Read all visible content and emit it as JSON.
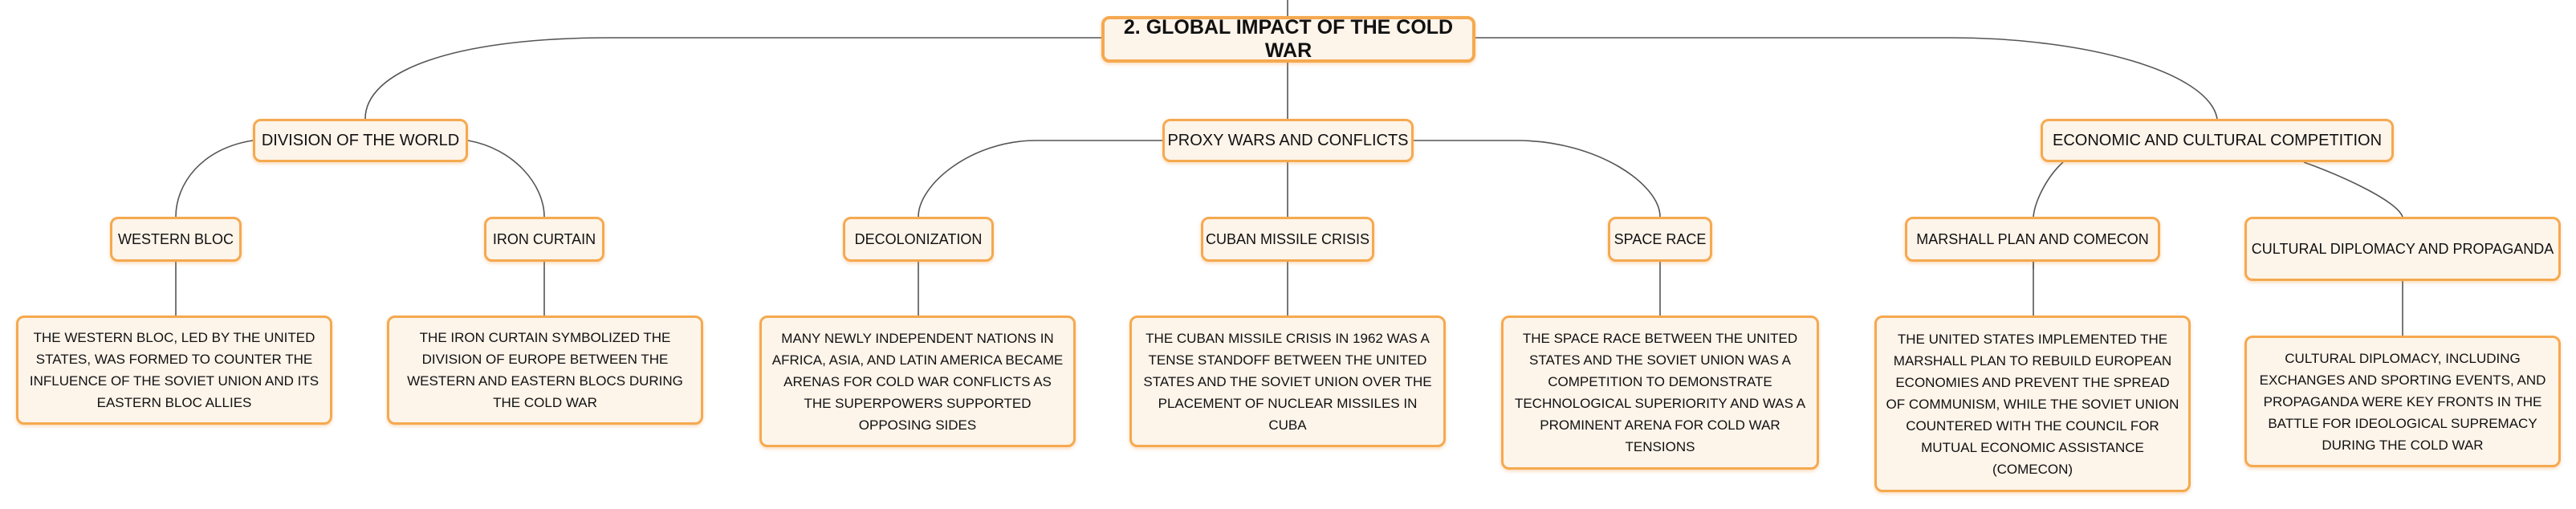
{
  "root": {
    "label": "2. GLOBAL IMPACT OF THE COLD WAR"
  },
  "branches": [
    {
      "label": "DIVISION OF THE WORLD",
      "children": [
        {
          "label": "WESTERN BLOC",
          "detail": "THE WESTERN BLOC, LED BY THE UNITED STATES, WAS FORMED TO COUNTER THE INFLUENCE OF THE SOVIET UNION AND ITS EASTERN BLOC ALLIES"
        },
        {
          "label": "IRON CURTAIN",
          "detail": "THE IRON CURTAIN SYMBOLIZED THE DIVISION OF EUROPE BETWEEN THE WESTERN AND EASTERN BLOCS DURING THE COLD WAR"
        }
      ]
    },
    {
      "label": "PROXY WARS AND CONFLICTS",
      "children": [
        {
          "label": "DECOLONIZATION",
          "detail": "MANY NEWLY INDEPENDENT NATIONS IN AFRICA, ASIA, AND LATIN AMERICA BECAME ARENAS FOR COLD WAR CONFLICTS AS THE SUPERPOWERS SUPPORTED OPPOSING SIDES"
        },
        {
          "label": "CUBAN MISSILE CRISIS",
          "detail": "THE CUBAN MISSILE CRISIS IN 1962 WAS A TENSE STANDOFF BETWEEN THE UNITED STATES AND THE SOVIET UNION OVER THE PLACEMENT OF NUCLEAR MISSILES IN CUBA"
        },
        {
          "label": "SPACE RACE",
          "detail": "THE SPACE RACE BETWEEN THE UNITED STATES AND THE SOVIET UNION WAS A COMPETITION TO DEMONSTRATE TECHNOLOGICAL SUPERIORITY AND WAS A PROMINENT ARENA FOR COLD WAR TENSIONS"
        }
      ]
    },
    {
      "label": "ECONOMIC AND CULTURAL COMPETITION",
      "children": [
        {
          "label": "MARSHALL PLAN AND COMECON",
          "detail": "THE UNITED STATES IMPLEMENTED THE MARSHALL PLAN TO REBUILD EUROPEAN ECONOMIES AND PREVENT THE SPREAD OF COMMUNISM, WHILE THE SOVIET UNION COUNTERED WITH THE COUNCIL FOR MUTUAL ECONOMIC ASSISTANCE (COMECON)"
        },
        {
          "label": "CULTURAL DIPLOMACY AND PROPAGANDA",
          "detail": "CULTURAL DIPLOMACY, INCLUDING EXCHANGES AND SPORTING EVENTS, AND PROPAGANDA WERE KEY FRONTS IN THE BATTLE FOR IDEOLOGICAL SUPREMACY DURING THE COLD WAR"
        }
      ]
    }
  ],
  "colors": {
    "border": "#f5a94f",
    "fill": "#fdf4ea",
    "line": "#555555"
  }
}
